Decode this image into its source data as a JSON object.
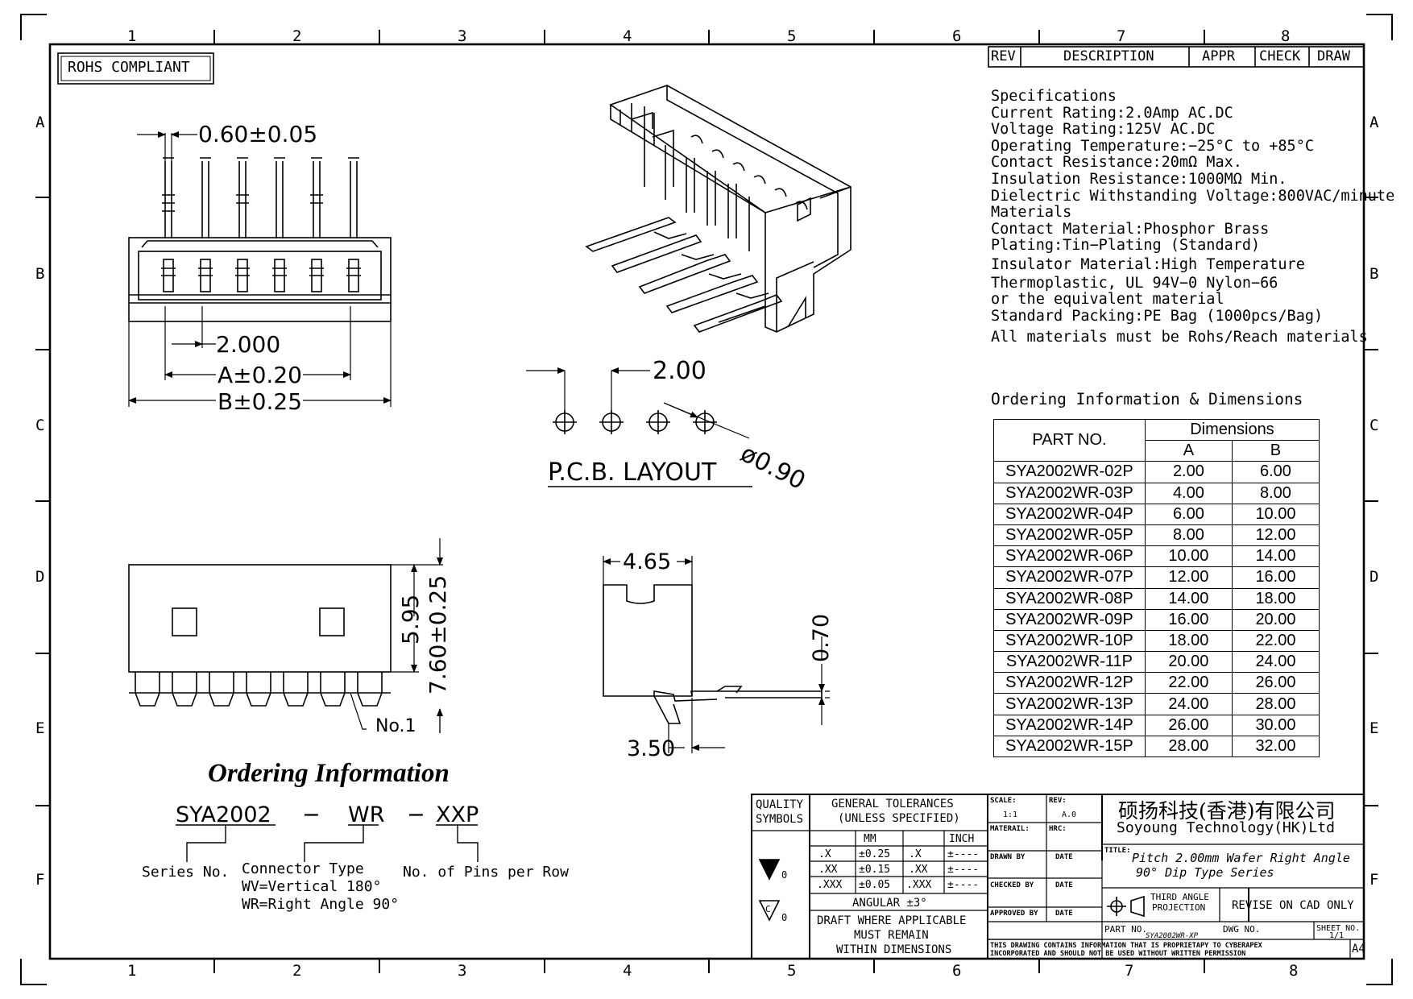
{
  "frame": {
    "top_cols": [
      "1",
      "2",
      "3",
      "4",
      "5",
      "6",
      "7",
      "8"
    ],
    "bottom_cols": [
      "1",
      "2",
      "3",
      "4",
      "5",
      "6",
      "7",
      "8"
    ],
    "left_rows": [
      "A",
      "B",
      "C",
      "D",
      "E",
      "F"
    ],
    "right_rows": [
      "A",
      "B",
      "C",
      "D",
      "E",
      "F"
    ]
  },
  "rohs_label": "ROHS COMPLIANT",
  "revision_header": {
    "rev": "REV",
    "description": "DESCRIPTION",
    "appr": "APPR",
    "check": "CHECK",
    "draw": "DRAW"
  },
  "specifications": [
    "Specifications",
    "Current  Rating:2.0Amp  AC.DC",
    "Voltage  Rating:125V  AC.DC",
    "Operating  Temperature:−25°C  to  +85°C",
    "Contact  Resistance:20mΩ  Max.",
    "Insulation  Resistance:1000MΩ  Min.",
    "Dielectric  Withstanding  Voltage:800VAC/minute",
    "Materials",
    "Contact  Material:Phosphor  Brass",
    "Plating:Tin−Plating  (Standard)",
    "Insulator  Material:High  Temperature",
    "Thermoplastic,  UL  94V−0  Nylon−66",
    "or  the  equivalent  material",
    "Standard  Packing:PE  Bag  (1000pcs/Bag)",
    "All  materials  must  be  Rohs/Reach  materials"
  ],
  "ordering_dims_title": "Ordering  Information  &  Dimensions",
  "dim_table": {
    "part_header": "PART NO.",
    "dim_header": "Dimensions",
    "col_a": "A",
    "col_b": "B",
    "rows": [
      [
        "SYA2002WR-02P",
        "2.00",
        "6.00"
      ],
      [
        "SYA2002WR-03P",
        "4.00",
        "8.00"
      ],
      [
        "SYA2002WR-04P",
        "6.00",
        "10.00"
      ],
      [
        "SYA2002WR-05P",
        "8.00",
        "12.00"
      ],
      [
        "SYA2002WR-06P",
        "10.00",
        "14.00"
      ],
      [
        "SYA2002WR-07P",
        "12.00",
        "16.00"
      ],
      [
        "SYA2002WR-08P",
        "14.00",
        "18.00"
      ],
      [
        "SYA2002WR-09P",
        "16.00",
        "20.00"
      ],
      [
        "SYA2002WR-10P",
        "18.00",
        "22.00"
      ],
      [
        "SYA2002WR-11P",
        "20.00",
        "24.00"
      ],
      [
        "SYA2002WR-12P",
        "22.00",
        "26.00"
      ],
      [
        "SYA2002WR-13P",
        "24.00",
        "28.00"
      ],
      [
        "SYA2002WR-14P",
        "26.00",
        "30.00"
      ],
      [
        "SYA2002WR-15P",
        "28.00",
        "32.00"
      ]
    ]
  },
  "top_view": {
    "pin_width": "0.60±0.05",
    "pitch": "2.000",
    "dim_a": "A±0.20",
    "dim_b": "B±0.25"
  },
  "pcb": {
    "pitch": "2.00",
    "hole": "ø0.90",
    "title": "P.C.B.  LAYOUT"
  },
  "front_view": {
    "h1": "5.95",
    "h2": "7.60±0.25",
    "pin1": "No.1"
  },
  "side_view": {
    "width": "4.65",
    "lead": "3.50",
    "thickness": "0.70"
  },
  "ordering": {
    "title": "Ordering Information",
    "code_series": "SYA2002",
    "dash1": "−",
    "code_type": "WR",
    "dash2": "−",
    "code_pins": "XXP",
    "series_label": "Series No.",
    "type_label": "Connector Type",
    "type_wv": "WV=Vertical 180°",
    "type_wr": "WR=Right Angle 90°",
    "pins_label": "No. of Pins per Row"
  },
  "title_block": {
    "quality": "QUALITY",
    "symbols": "SYMBOLS",
    "sym1_suffix": "0",
    "sym2_letter": "C",
    "sym2_suffix": "0",
    "gen_tol": "GENERAL  TOLERANCES",
    "unless": "(UNLESS  SPECIFIED)",
    "mm": "MM",
    "inch": "INCH",
    "tol_rows": [
      [
        ".X",
        "±0.25",
        ".X",
        "±----"
      ],
      [
        ".XX",
        "±0.15",
        ".XX",
        "±----"
      ],
      [
        ".XXX",
        "±0.05",
        ".XXX",
        "±----"
      ]
    ],
    "angular": "ANGULAR  ±3°",
    "draft1": "DRAFT  WHERE  APPLICABLE",
    "draft2": "MUST  REMAIN",
    "draft3": "WITHIN  DIMENSIONS",
    "scale_lbl": "SCALE:",
    "scale_val": "1:1",
    "rev_lbl": "REV:",
    "rev_val": "A.0",
    "material_lbl": "MATERAIL:",
    "hrc_lbl": "HRC:",
    "drawn_lbl": "DRAWN BY",
    "date1": "DATE",
    "checked_lbl": "CHECKED BY",
    "date2": "DATE",
    "approved_lbl": "APPROVED BY",
    "date3": "DATE",
    "company_cn": "硕扬科技(香港)有限公司",
    "company_en": "Soyoung  Technology(HK)Ltd",
    "title_lbl": "TITLE:",
    "title_1": "Pitch  2.00mm  Wafer  Right  Angle",
    "title_2": "90°  Dip  Type  Series",
    "third_angle_1": "THIRD  ANGLE",
    "third_angle_2": "PROJECTION",
    "revise": "REVISE  ON  CAD  ONLY",
    "part_no_lbl": "PART  NO.",
    "part_no_val": "SYA2002WR-XP",
    "dwg_lbl": "DWG  NO.",
    "sheet_lbl": "SHEET  NO.",
    "sheet_val": "1/1",
    "note1": "THIS  DRAWING  CONTAINS  INFORMATION  THAT  IS  PROPRIETAPY  TO  CYBERAPEX",
    "note2": "INCORPORATED  AND  SHOULD  NOT  BE  USED  WITHOUT  WRITTEN  PERMISSION",
    "size": "A4"
  }
}
